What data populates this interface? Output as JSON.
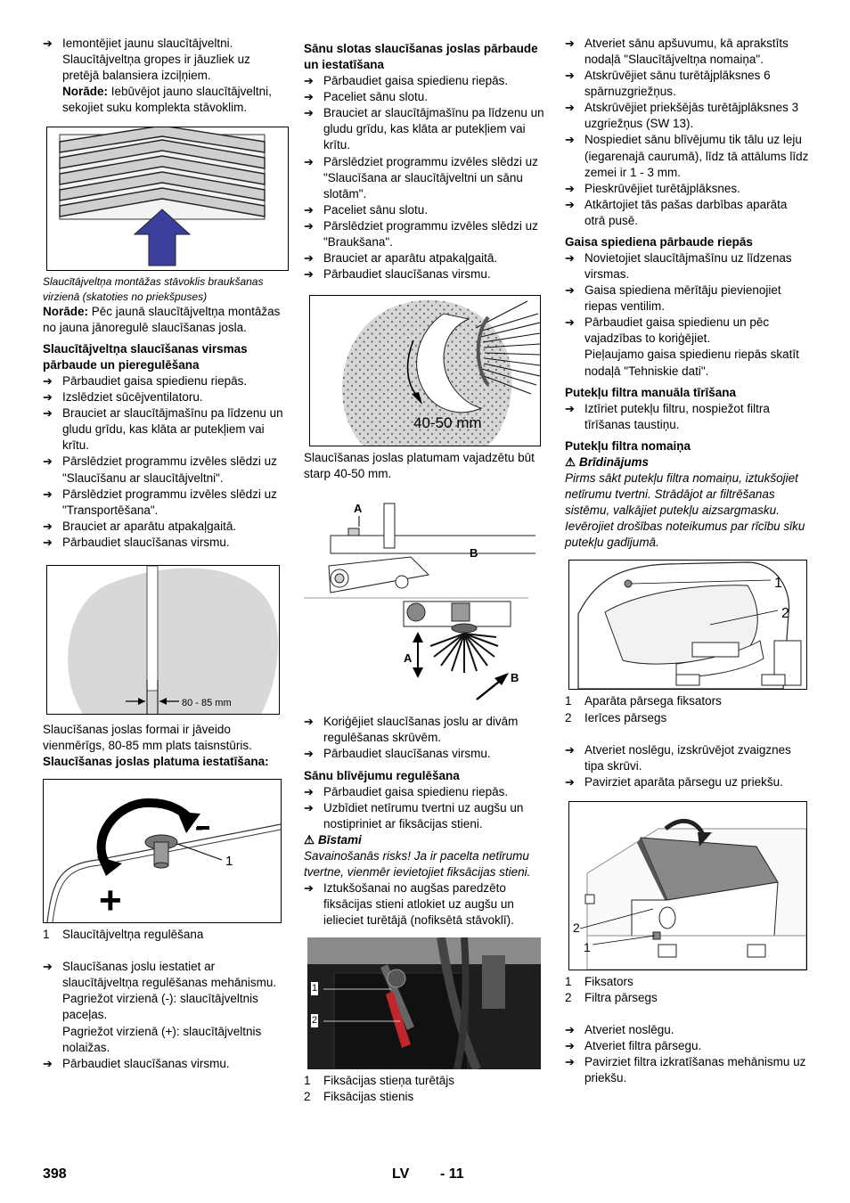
{
  "col1": {
    "b1": "Iemontējiet jaunu slaucītājveltni. Slaucītājveltņa gropes ir jāuzliek uz pretējā balansiera izciļņiem.",
    "note1_label": "Norāde:",
    "note1_text": " Iebūvējot jauno slaucītājveltni, sekojiet suku komplekta stāvoklim.",
    "fig1_caption": "Slaucītājveltņa montāžas stāvoklis braukšanas virzienā (skatoties no priekšpuses)",
    "note2_label": "Norāde:",
    "note2_text": " Pēc jaunā slaucītājveltņa montāžas no jauna jānoregulē slaucīšanas josla.",
    "heading1": "Slaucītājveltņa slaucīšanas virsmas pārbaude un pieregulēšana",
    "steps1": [
      "Pārbaudiet gaisa spiedienu riepās.",
      "Izslēdziet sūcējventilatoru.",
      "Brauciet ar slaucītājmašīnu pa līdzenu un gludu grīdu, kas klāta ar putekļiem vai krītu.",
      "Pārslēdziet programmu izvēles slēdzi uz \"Slaucīšanu ar slaucītājveltni\".",
      "Pārslēdziet programmu izvēles slēdzi uz \"Transportēšana\".",
      "Brauciet ar aparātu atpakaļgaitā.",
      "Pārbaudiet slaucīšanas virsmu."
    ],
    "fig2_label": "80 - 85 mm",
    "para1": "Slaucīšanas joslas formai ir jāveido vienmērīgs, 80-85 mm plats taisnstūris.",
    "heading2": "Slaucīšanas joslas platuma iestatīšana:",
    "fig3_minus": "-",
    "fig3_plus": "+",
    "fig3_num": "1",
    "legend3": [
      {
        "n": "1",
        "t": "Slaucītājveltņa regulēšana"
      }
    ],
    "b2": "Slaucīšanas joslu iestatiet ar slaucītājveltņa regulēšanas mehānismu.",
    "b2_l1": "Pagriežot virzienā (-): slaucītājveltnis paceļas.",
    "b2_l2": "Pagriežot virzienā (+): slaucītājveltnis nolaižas.",
    "b3": "Pārbaudiet slaucīšanas virsmu."
  },
  "col2": {
    "heading1": "Sānu slotas slaucīšanas joslas pārbaude un iestatīšana",
    "steps1": [
      "Pārbaudiet gaisa spiedienu riepās.",
      "Paceliet sānu slotu.",
      "Brauciet ar slaucītājmašīnu pa līdzenu un gludu grīdu, kas klāta ar putekļiem vai krītu.",
      "Pārslēdziet programmu izvēles slēdzi uz \"Slaucīšana ar slaucītājveltni un sānu slotām\".",
      "Paceliet sānu slotu.",
      "Pārslēdziet programmu izvēles slēdzi uz \"Braukšana\".",
      "Brauciet ar aparātu atpakaļgaitā.",
      "Pārbaudiet slaucīšanas virsmu."
    ],
    "fig4_label": "40-50 mm",
    "para1": "Slaucīšanas joslas platumam vajadzētu būt starp 40-50 mm.",
    "fig5_a1": "A",
    "fig5_b1": "B",
    "fig5_a2": "A",
    "fig5_b2": "B",
    "steps2": [
      "Koriģējiet slaucīšanas joslu ar divām regulēšanas skrūvēm.",
      "Pārbaudiet slaucīšanas virsmu."
    ],
    "heading2": "Sānu blīvējumu regulēšana",
    "steps3": [
      "Pārbaudiet gaisa spiedienu riepās.",
      "Uzbīdiet netīrumu tvertni uz augšu un nostipriniet ar fiksācijas stieni."
    ],
    "warn_label": "Bīstami",
    "warn_text": "Savainošanās risks! Ja ir pacelta netīrumu tvertne, vienmēr ievietojiet fiksācijas stieni.",
    "steps4": [
      "Iztukšošanai no augšas paredzēto fiksācijas stieni atlokiet uz augšu un ielieciet turētājā (nofiksētā stāvoklī)."
    ],
    "fig6_n1": "1",
    "fig6_n2": "2",
    "legend6": [
      {
        "n": "1",
        "t": "Fiksācijas stieņa turētājs"
      },
      {
        "n": "2",
        "t": "Fiksācijas stienis"
      }
    ]
  },
  "col3": {
    "steps1": [
      "Atveriet sānu apšuvumu, kā aprakstīts nodaļā \"Slaucītājveltņa nomaiņa\".",
      "Atskrūvējiet sānu turētājplāksnes 6 spārnuzgriežņus.",
      "Atskrūvējiet priekšējās turētājplāksnes 3 uzgriežņus (SW 13).",
      "Nospiediet sānu blīvējumu tik tālu uz leju (iegarenajā caurumā), līdz tā attālums līdz zemei ir 1 - 3 mm.",
      "Pieskrūvējiet turētājplāksnes.",
      "Atkārtojiet tās pašas darbības aparāta otrā pusē."
    ],
    "heading1": "Gaisa spiediena pārbaude riepās",
    "steps2": [
      "Novietojiet slaucītājmašīnu uz līdzenas virsmas.",
      "Gaisa spiediena mērītāju pievienojiet riepas ventilim.",
      "Pārbaudiet gaisa spiedienu un pēc vajadzības to koriģējiet."
    ],
    "steps2_note": "Pieļaujamo gaisa spiedienu riepās skatīt nodaļā \"Tehniskie dati\".",
    "heading2": "Putekļu filtra manuāla tīrīšana",
    "steps3": [
      "Iztīriet putekļu filtru, nospiežot filtra tīrīšanas taustiņu."
    ],
    "heading3": "Putekļu filtra nomaiņa",
    "warn_label": "Brīdinājums",
    "warn_text": "Pirms sākt putekļu filtra nomaiņu, iztukšojiet netīrumu tvertni. Strādājot ar filtrēšanas sistēmu, valkājiet putekļu aizsargmasku. Ievērojiet drošības noteikumus par rīcību sīku putekļu gadījumā.",
    "fig7_n1": "1",
    "fig7_n2": "2",
    "legend7": [
      {
        "n": "1",
        "t": "Aparāta pārsega fiksators"
      },
      {
        "n": "2",
        "t": "Ierīces pārsegs"
      }
    ],
    "steps4": [
      "Atveriet noslēgu, izskrūvējot zvaigznes tipa skrūvi.",
      "Pavirziet aparāta pārsegu uz priekšu."
    ],
    "fig8_n2": "2",
    "fig8_n1": "1",
    "legend8": [
      {
        "n": "1",
        "t": "Fiksators"
      },
      {
        "n": "2",
        "t": "Filtra pārsegs"
      }
    ],
    "steps5": [
      "Atveriet noslēgu.",
      "Atveriet filtra pārsegu.",
      "Pavirziet filtra izkratīšanas mehānismu uz priekšu."
    ]
  },
  "footer": {
    "page": "398",
    "lang": "LV",
    "sub": "- 11"
  },
  "icons": {
    "bullet": "arrow-right-icon",
    "warning": "warning-triangle-icon"
  },
  "colors": {
    "arrow_blue": "#3a3f9e",
    "surface_gray": "#d8d8d8"
  }
}
